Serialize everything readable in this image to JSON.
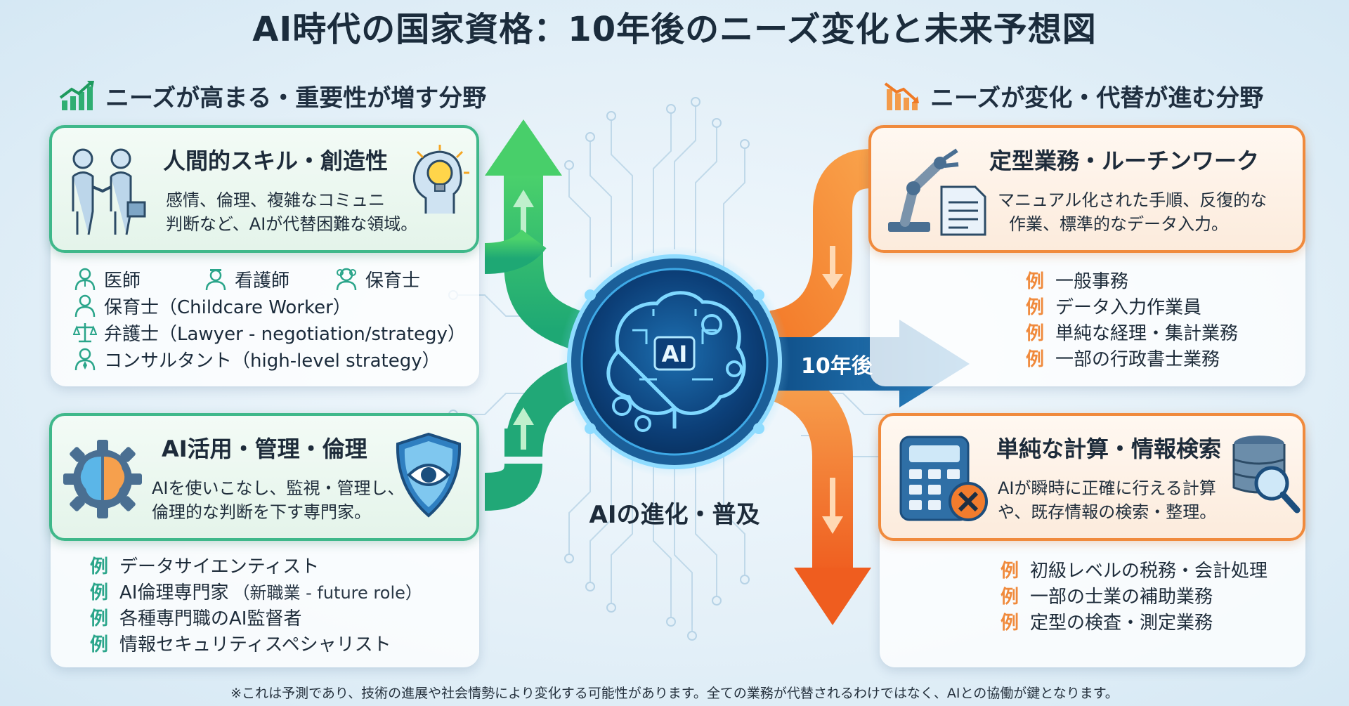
{
  "title": "AI時代の国家資格：10年後のニーズ変化と未来予想図",
  "left_section_title": "ニーズが高まる・重要性が増す分野",
  "right_section_title": "ニーズが変化・代替が進む分野",
  "center_label": "AIの進化・普及",
  "ai_badge": "AI",
  "arrow_label": "10年後",
  "footnote": "※これは予測であり、技術の進展や社会情勢により変化する可能性があります。全ての業務が代替されるわけではなく、AIとの協働が鍵となります。",
  "example_marker": "例",
  "cards": {
    "human_skills": {
      "title": "人間的スキル・創造性",
      "desc_lines": [
        "感情、倫理、複雑なコミュニ",
        "判断など、AIが代替困難な領域。"
      ],
      "top_row": [
        "医師",
        "看護師",
        "保育士"
      ],
      "items": [
        {
          "label": "保育士",
          "sub": "（Childcare Worker）"
        },
        {
          "label": "弁護士",
          "sub": "（Lawyer - negotiation/strategy）"
        },
        {
          "label": "コンサルタント",
          "sub": "（high-level strategy）"
        }
      ]
    },
    "ai_management": {
      "title": "AI活用・管理・倫理",
      "desc_lines": [
        "AIを使いこなし、監視・管理し、",
        "倫理的な判断を下す専門家。"
      ],
      "items": [
        {
          "label": "データサイエンティスト",
          "sub": ""
        },
        {
          "label": "AI倫理専門家",
          "sub": "（新職業 - future role）"
        },
        {
          "label": "各種専門職のAI監督者",
          "sub": ""
        },
        {
          "label": "情報セキュリティスペシャリスト",
          "sub": ""
        }
      ]
    },
    "routine_work": {
      "title": "定型業務・ルーチンワーク",
      "desc_lines": [
        "マニュアル化された手順、反復的な",
        "作業、標準的なデータ入力。"
      ],
      "items": [
        "一般事務",
        "データ入力作業員",
        "単純な経理・集計業務",
        "一部の行政書士業務"
      ]
    },
    "calculation": {
      "title": "単純な計算・情報検索",
      "desc_lines": [
        "AIが瞬時に正確に行える計算",
        "や、既存情報の検索・整理。"
      ],
      "items": [
        "初級レベルの税務・会計処理",
        "一部の士業の補助業務",
        "定型の検査・測定業務"
      ]
    }
  },
  "colors": {
    "green_accent": "#3fb88a",
    "orange_accent": "#f08a3c",
    "arrow_blue": "#1c6fa8",
    "brain_glow": "#4fc3f7"
  }
}
